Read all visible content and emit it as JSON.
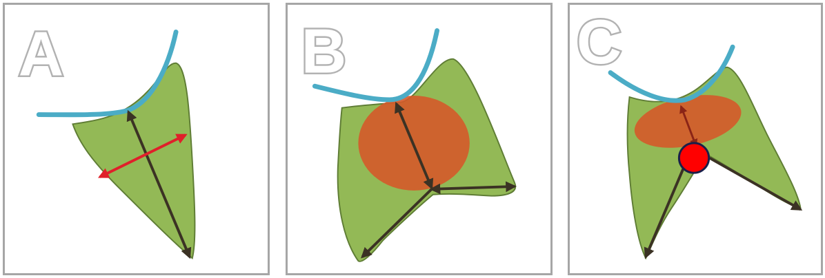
{
  "panels": [
    {
      "id": "A",
      "label": "A"
    },
    {
      "id": "B",
      "label": "B"
    },
    {
      "id": "C",
      "label": "C"
    }
  ],
  "colors": {
    "frame_border": "#a6a6a6",
    "cell_fill": "#93b956",
    "cell_outline": "#5f7d35",
    "surface_line": "#4bacc6",
    "inner_arrow": "#3b3224",
    "cross_arrow": "#e0202a",
    "nucleus_zone": "#d55a2a",
    "center_dot": "#ff0000",
    "center_dot_outline": "#1a1f4a"
  }
}
